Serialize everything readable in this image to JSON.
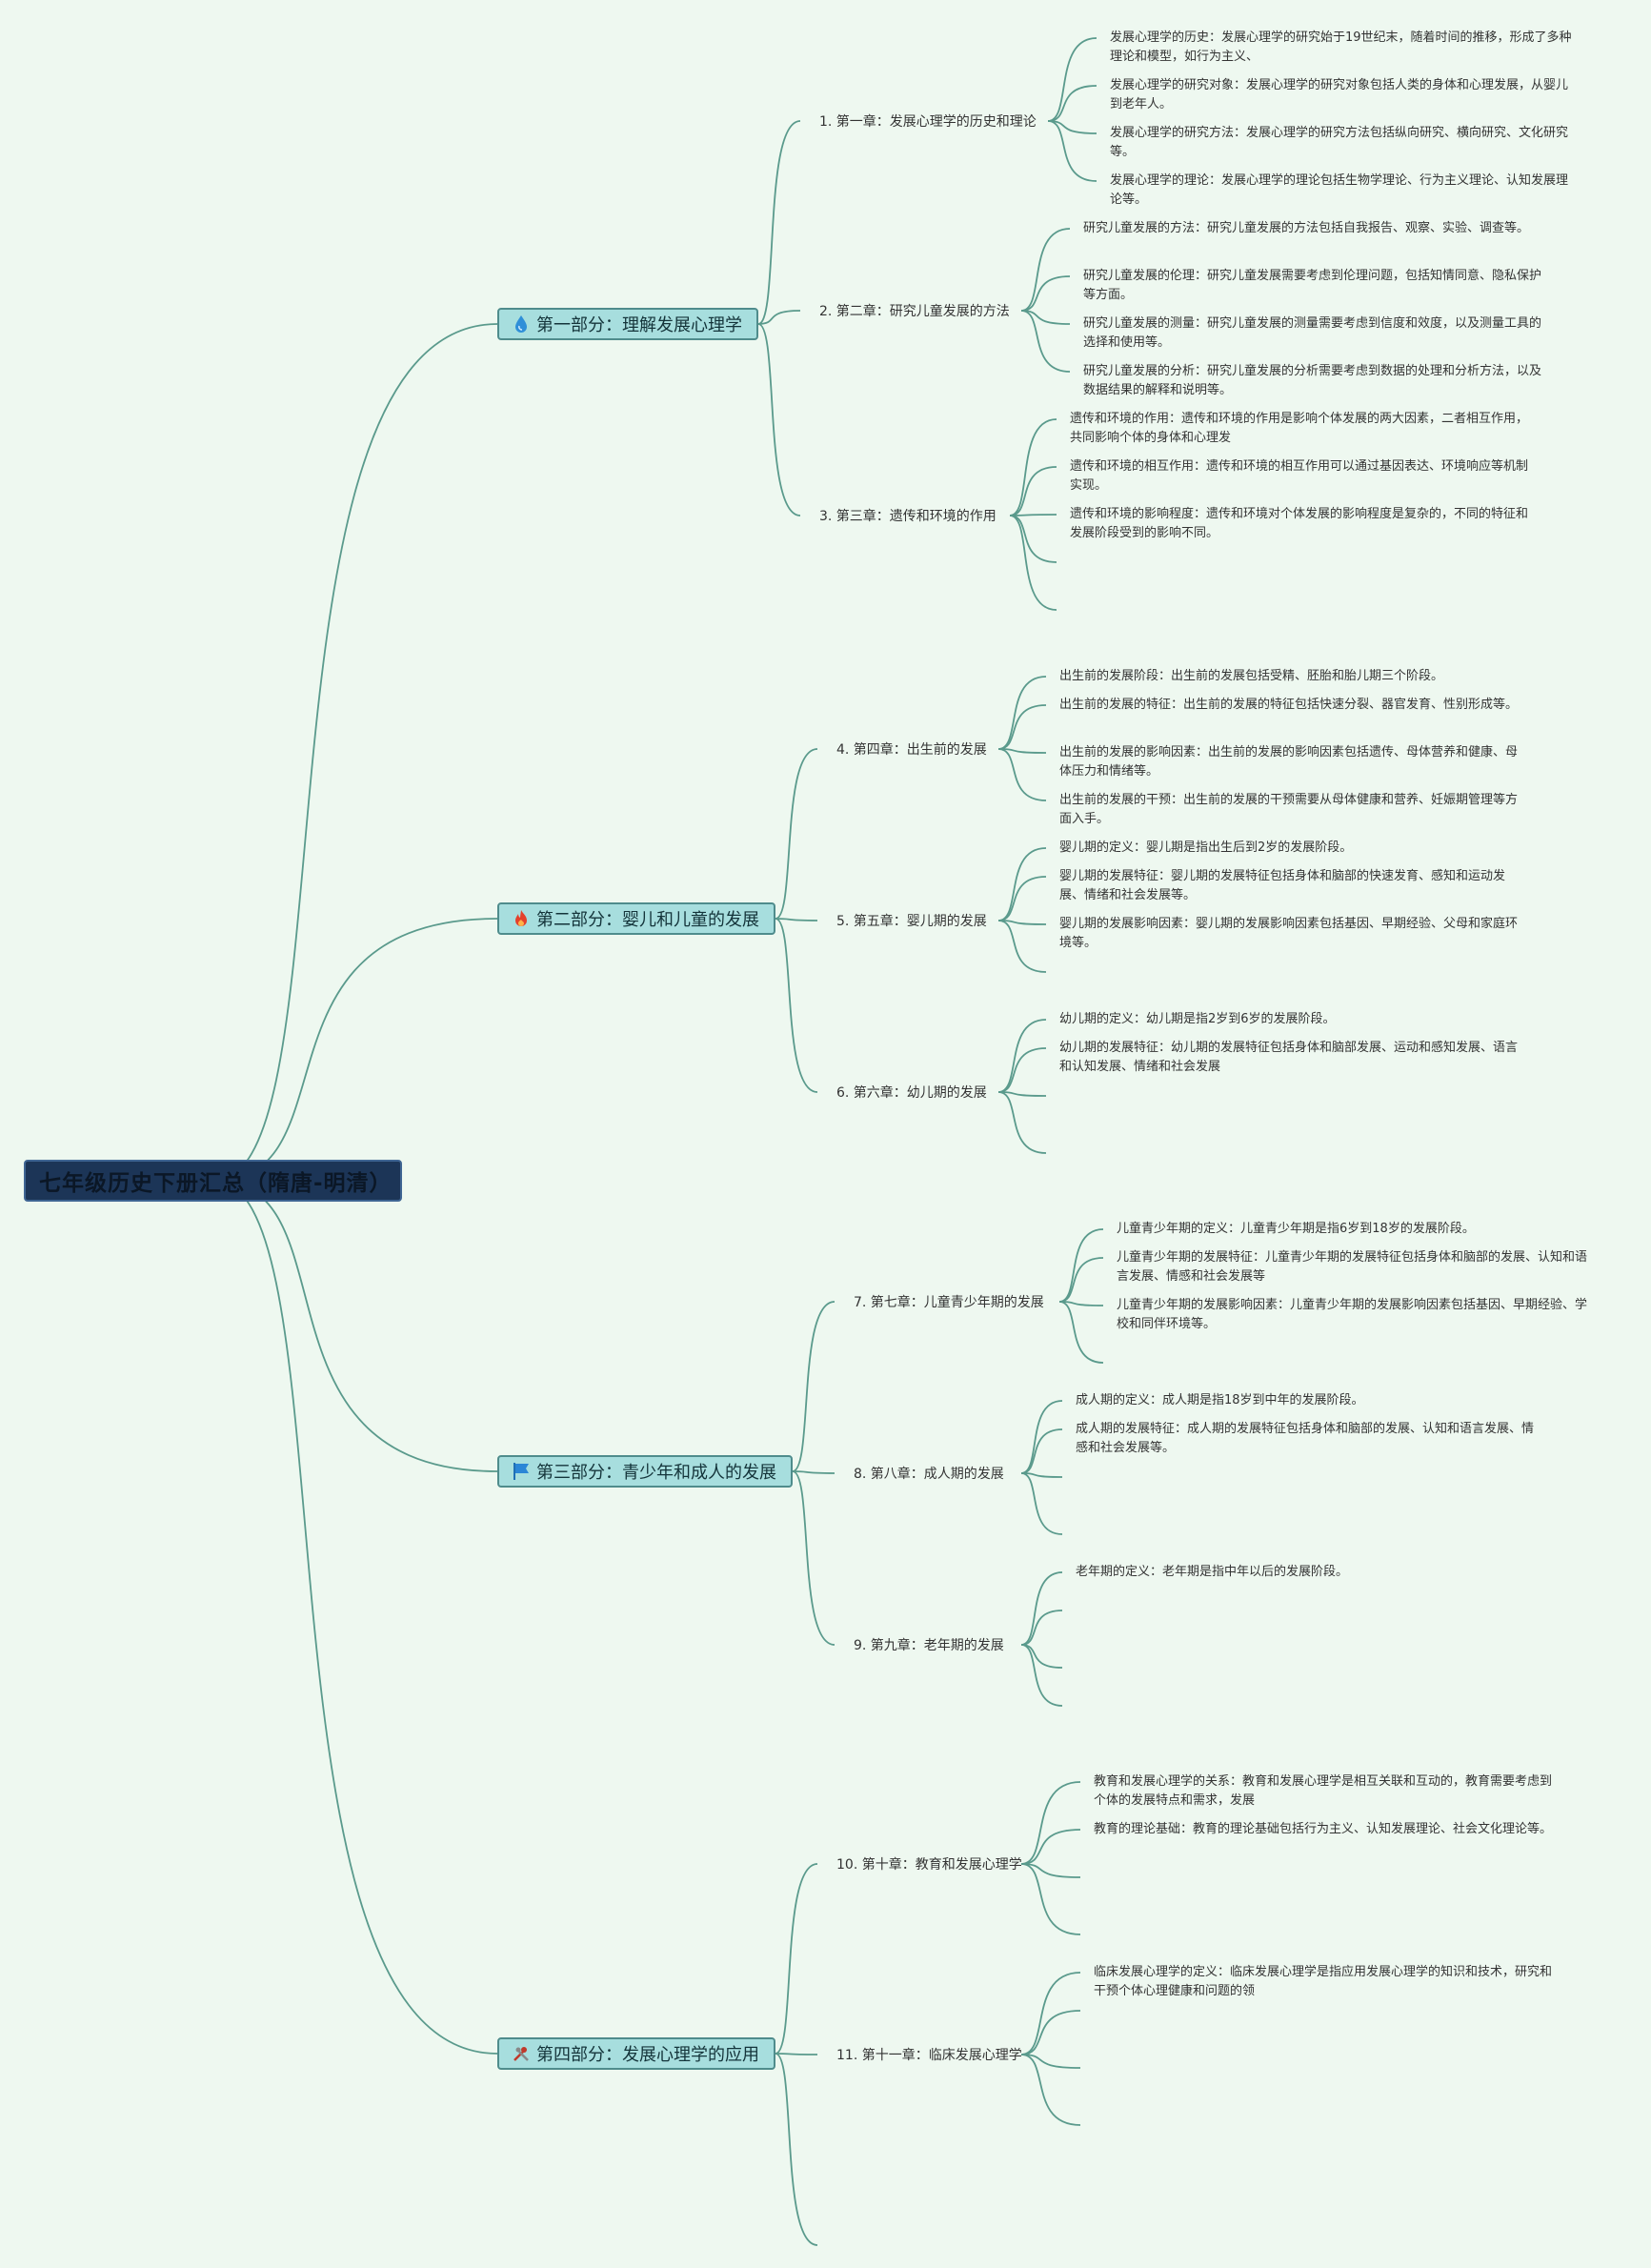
{
  "root": {
    "title": "七年级历史下册汇总（隋唐-明清）"
  },
  "colors": {
    "background": "#eef8f0",
    "line": "#5a9a8c",
    "root_fill": "#1c3557",
    "part_fill": "#a7dede"
  },
  "parts": [
    {
      "label": "第一部分：理解发展心理学",
      "icon": "water-drop-icon",
      "chapters": [
        {
          "label": "1. 第一章：发展心理学的历史和理论",
          "points": [
            "发展心理学的历史：发展心理学的研究始于19世纪末，随着时间的推移，形成了多种理论和模型，如行为主义、",
            "发展心理学的研究对象：发展心理学的研究对象包括人类的身体和心理发展，从婴儿到老年人。",
            "发展心理学的研究方法：发展心理学的研究方法包括纵向研究、横向研究、文化研究等。",
            "发展心理学的理论：发展心理学的理论包括生物学理论、行为主义理论、认知发展理论等。"
          ]
        },
        {
          "label": "2. 第二章：研究儿童发展的方法",
          "points": [
            "研究儿童发展的方法：研究儿童发展的方法包括自我报告、观察、实验、调查等。",
            "研究儿童发展的伦理：研究儿童发展需要考虑到伦理问题，包括知情同意、隐私保护等方面。",
            "研究儿童发展的测量：研究儿童发展的测量需要考虑到信度和效度，以及测量工具的选择和使用等。",
            "研究儿童发展的分析：研究儿童发展的分析需要考虑到数据的处理和分析方法，以及数据结果的解释和说明等。"
          ]
        },
        {
          "label": "3. 第三章：遗传和环境的作用",
          "points": [
            "遗传和环境的作用：遗传和环境的作用是影响个体发展的两大因素，二者相互作用，共同影响个体的身体和心理发",
            "遗传和环境的相互作用：遗传和环境的相互作用可以通过基因表达、环境响应等机制实现。",
            "遗传和环境的影响程度：遗传和环境对个体发展的影响程度是复杂的，不同的特征和发展阶段受到的影响不同。",
            "",
            ""
          ]
        }
      ]
    },
    {
      "label": "第二部分：婴儿和儿童的发展",
      "icon": "fire-icon",
      "chapters": [
        {
          "label": "4. 第四章：出生前的发展",
          "points": [
            "出生前的发展阶段：出生前的发展包括受精、胚胎和胎儿期三个阶段。",
            "出生前的发展的特征：出生前的发展的特征包括快速分裂、器官发育、性别形成等。",
            "出生前的发展的影响因素：出生前的发展的影响因素包括遗传、母体营养和健康、母体压力和情绪等。",
            "出生前的发展的干预：出生前的发展的干预需要从母体健康和营养、妊娠期管理等方面入手。"
          ]
        },
        {
          "label": "5. 第五章：婴儿期的发展",
          "points": [
            "婴儿期的定义：婴儿期是指出生后到2岁的发展阶段。",
            "婴儿期的发展特征：婴儿期的发展特征包括身体和脑部的快速发育、感知和运动发展、情绪和社会发展等。",
            "婴儿期的发展影响因素：婴儿期的发展影响因素包括基因、早期经验、父母和家庭环境等。",
            ""
          ]
        },
        {
          "label": "6. 第六章：幼儿期的发展",
          "points": [
            "幼儿期的定义：幼儿期是指2岁到6岁的发展阶段。",
            "幼儿期的发展特征：幼儿期的发展特征包括身体和脑部发展、运动和感知发展、语言和认知发展、情绪和社会发展",
            "",
            ""
          ]
        }
      ]
    },
    {
      "label": "第三部分：青少年和成人的发展",
      "icon": "flag-icon",
      "chapters": [
        {
          "label": "7. 第七章：儿童青少年期的发展",
          "points": [
            "儿童青少年期的定义：儿童青少年期是指6岁到18岁的发展阶段。",
            "儿童青少年期的发展特征：儿童青少年期的发展特征包括身体和脑部的发展、认知和语言发展、情感和社会发展等",
            "儿童青少年期的发展影响因素：儿童青少年期的发展影响因素包括基因、早期经验、学校和同伴环境等。",
            ""
          ]
        },
        {
          "label": "8. 第八章：成人期的发展",
          "points": [
            "成人期的定义：成人期是指18岁到中年的发展阶段。",
            "成人期的发展特征：成人期的发展特征包括身体和脑部的发展、认知和语言发展、情感和社会发展等。",
            "",
            ""
          ]
        },
        {
          "label": "9. 第九章：老年期的发展",
          "points": [
            "老年期的定义：老年期是指中年以后的发展阶段。",
            "",
            "",
            ""
          ]
        }
      ]
    },
    {
      "label": "第四部分：发展心理学的应用",
      "icon": "tools-icon",
      "chapters": [
        {
          "label": "10. 第十章：教育和发展心理学",
          "points": [
            "教育和发展心理学的关系：教育和发展心理学是相互关联和互动的，教育需要考虑到个体的发展特点和需求，发展",
            "教育的理论基础：教育的理论基础包括行为主义、认知发展理论、社会文化理论等。",
            "",
            ""
          ]
        },
        {
          "label": "11. 第十一章：临床发展心理学",
          "points": [
            "临床发展心理学的定义：临床发展心理学是指应用发展心理学的知识和技术，研究和干预个体心理健康和问题的领",
            "",
            "",
            ""
          ]
        },
        {
          "label": "",
          "points": []
        }
      ]
    }
  ]
}
